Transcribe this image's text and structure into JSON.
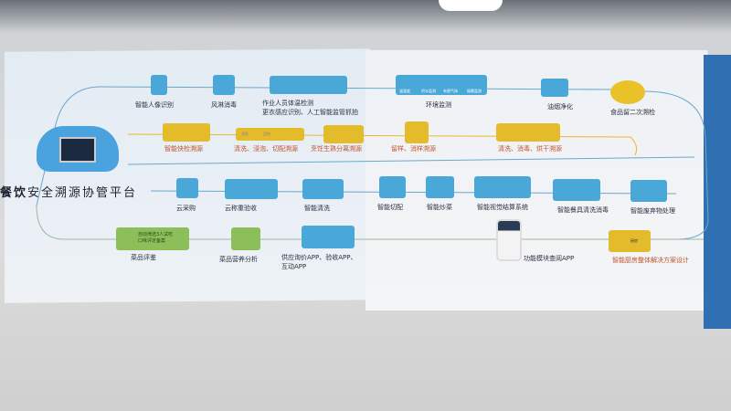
{
  "platform_title": {
    "bold": "餐饮",
    "rest": "安全溯源协管平台"
  },
  "row1": [
    {
      "label": "智能人像识别"
    },
    {
      "label": "风淋消毒"
    },
    {
      "label_line1": "作业人员体温检测",
      "label_line2": "更衣感应识别、人工智能监管抓拍"
    },
    {
      "label": "环境监测",
      "sensors": [
        "温湿度",
        "积水监测",
        "有害气体",
        "烟雾监测"
      ]
    },
    {
      "label": "油烟净化"
    },
    {
      "label": "食品留二次溯检"
    }
  ],
  "row2": [
    {
      "label": "智能快检溯源"
    },
    {
      "label": "清洗、浸泡、切配溯源",
      "chips": [
        "清洗",
        "浸泡"
      ]
    },
    {
      "label": "烹饪生熟分离溯源"
    },
    {
      "label": "留样、消样溯源"
    },
    {
      "label": "清洗、消毒、烘干溯源"
    }
  ],
  "row3": [
    {
      "label": "云采购"
    },
    {
      "label": "云称重验收"
    },
    {
      "label": "智能清洗"
    },
    {
      "label": "智能切配"
    },
    {
      "label": "智能炒菜"
    },
    {
      "label": "智能视觉结算系统"
    },
    {
      "label": "智能餐具清洗消毒"
    },
    {
      "label": "智能废弃物处理"
    }
  ],
  "row4": [
    {
      "label": "菜品评鉴",
      "box_text_1": "自动筛选3人试吃",
      "box_text_2": "口味评定备案"
    },
    {
      "label": "菜品营养分析"
    },
    {
      "label_line1": "供应询价APP、验收APP、",
      "label_line2": "互动APP"
    },
    {
      "label": "功能模块查阅APP"
    },
    {
      "label": "智能厨房整体解决方案设计",
      "box_text": "厨房"
    }
  ],
  "colors": {
    "blue": "#4aa8d8",
    "yellow": "#e3bb2b",
    "green": "#8cbf5a",
    "accent_text": "#c0542c"
  }
}
